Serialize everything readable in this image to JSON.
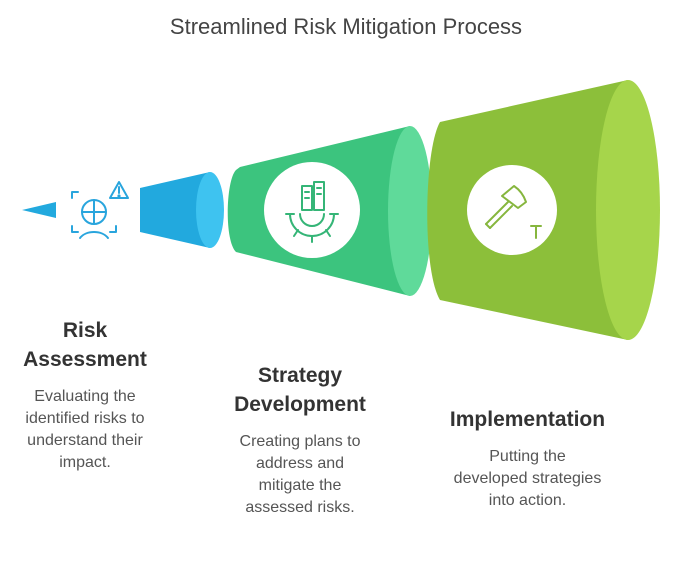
{
  "title": "Streamlined Risk Mitigation Process",
  "colors": {
    "blue": "#22a9de",
    "blue_face": "#3ec3f0",
    "teal": "#3cc47e",
    "teal_face": "#5fda9a",
    "green": "#8cbf3a",
    "green_face": "#a6d54b",
    "icon_blue": "#29a5dd",
    "icon_teal": "#35b577",
    "icon_green": "#86b63e"
  },
  "stages": [
    {
      "title_line1": "Risk",
      "title_line2": "Assessment",
      "desc_line1": "Evaluating the",
      "desc_line2": "identified risks to",
      "desc_line3": "understand their",
      "desc_line4": "impact.",
      "icon": "risk-assessment-icon"
    },
    {
      "title_line1": "Strategy",
      "title_line2": "Development",
      "desc_line1": "Creating plans to",
      "desc_line2": "address and",
      "desc_line3": "mitigate the",
      "desc_line4": "assessed risks.",
      "icon": "gear-blueprint-icon"
    },
    {
      "title_line1": "Implementation",
      "desc_line1": "Putting the",
      "desc_line2": "developed strategies",
      "desc_line3": "into action.",
      "icon": "hammer-nail-icon"
    }
  ]
}
